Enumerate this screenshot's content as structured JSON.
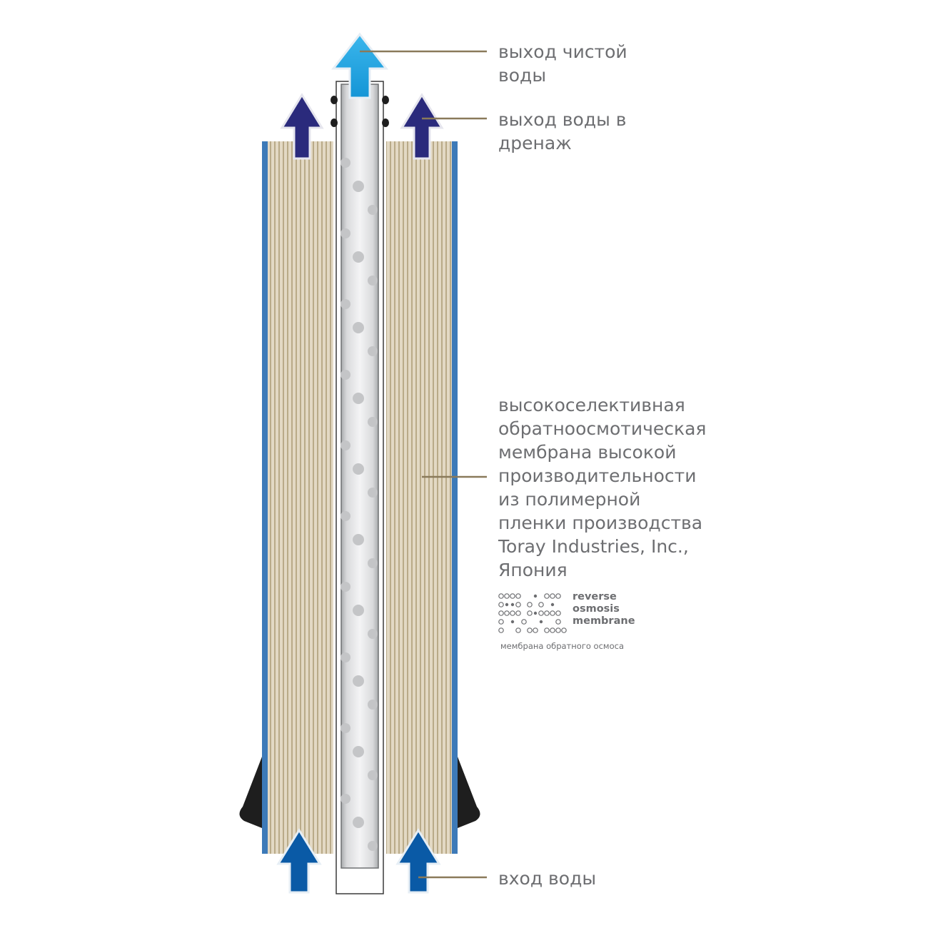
{
  "labels": {
    "clean_water_out": [
      "выход чистой",
      "воды"
    ],
    "drain_out": [
      "выход воды в",
      "дренаж"
    ],
    "membrane": [
      "высокоселективная",
      "обратноосмотическая",
      "мембрана высокой",
      "производительности",
      "из полимерной",
      "пленки производства",
      "Toray Industries, Inc.,",
      "Япония"
    ],
    "water_in": "вход воды"
  },
  "logo": {
    "words": [
      "reverse",
      "osmosis",
      "membrane"
    ],
    "caption": "мембрана обратного осмоса"
  },
  "colors": {
    "housing_blue": "#3d7ab8",
    "membrane_beige": "#dfd5c0",
    "membrane_line": "#b8a987",
    "tube_gray": "#d6d7d9",
    "clean_arrow": "#1ca6e3",
    "drain_arrow": "#2a2a7c",
    "inlet_arrow": "#0a5aa6",
    "leader_line": "#8a7a5a",
    "seal": "#1e1e1e",
    "text": "#6d6e71"
  },
  "icons": [
    "arrow-up-icon",
    "seal-ring-icon",
    "brine-seal-icon",
    "logo-dots-icon"
  ]
}
